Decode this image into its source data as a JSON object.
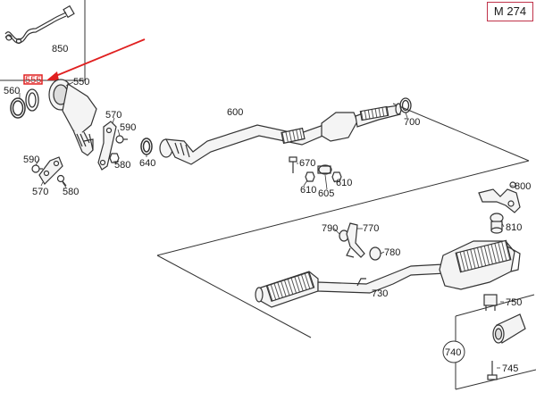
{
  "model": "M 274",
  "highlight_color": "#e02020",
  "labels": {
    "p555": "555",
    "p550": "550",
    "p560": "560",
    "p570a": "570",
    "p570b": "570",
    "p580a": "580",
    "p580b": "580",
    "p590a": "590",
    "p590b": "590",
    "p600": "600",
    "p605": "605",
    "p610a": "610",
    "p610b": "610",
    "p640": "640",
    "p670": "670",
    "p700": "700",
    "p730": "730",
    "p740": "740",
    "p745": "745",
    "p750": "750",
    "p770": "770",
    "p780": "780",
    "p790": "790",
    "p800": "800",
    "p810": "810",
    "p850": "850"
  }
}
